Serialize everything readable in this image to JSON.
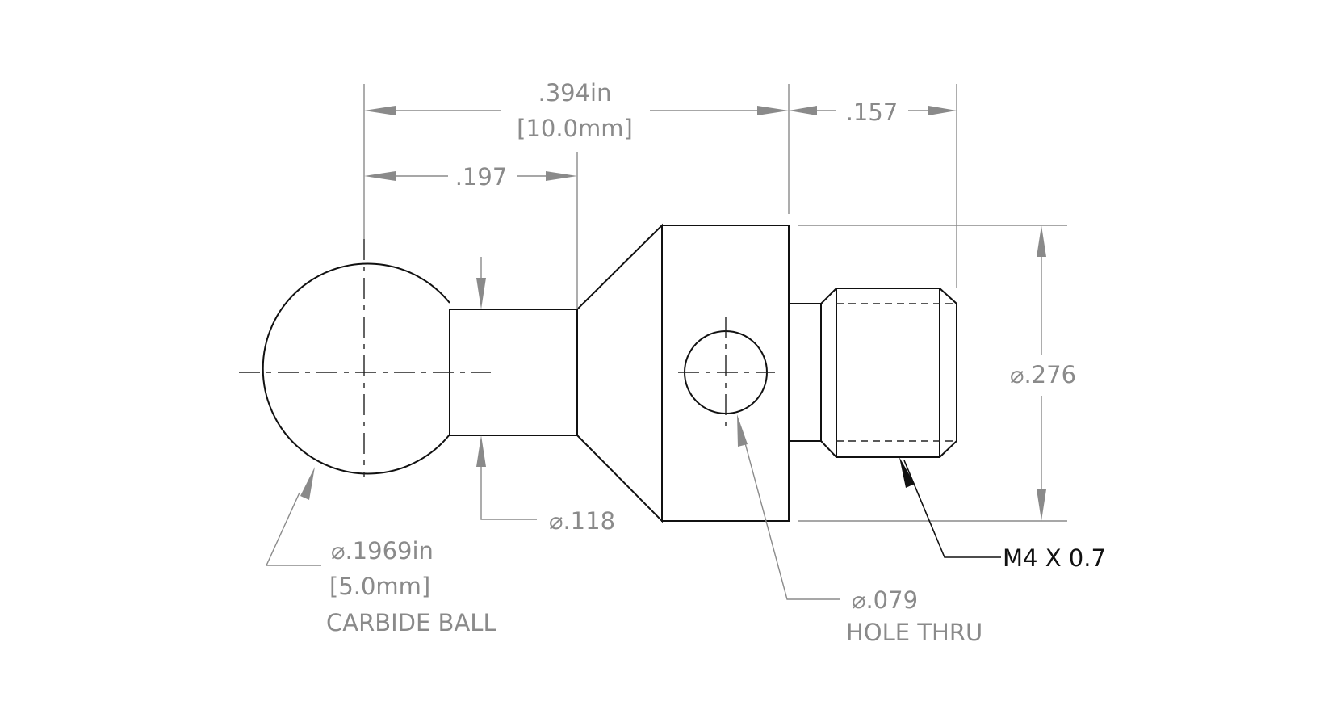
{
  "dimensions": {
    "overall_in": ".394in",
    "overall_mm": "[10.0mm]",
    "ball_offset": ".197",
    "thread_length": ".157",
    "flange_diameter": "⌀.276",
    "neck_diameter": "⌀.118",
    "ball_diameter_in": "⌀.1969in",
    "ball_diameter_mm": "[5.0mm]",
    "ball_note": "CARBIDE BALL",
    "hole_diameter": "⌀.079",
    "hole_note": "HOLE THRU",
    "thread_spec": "M4 X 0.7"
  }
}
